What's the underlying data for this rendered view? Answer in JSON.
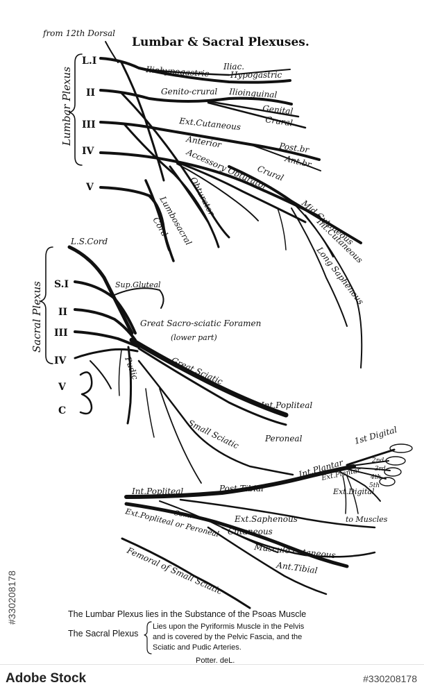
{
  "title": "Lumbar & Sacral Plexuses.",
  "origin_label": "from 12th Dorsal",
  "lumbar_plexus_label": "Lumbar Plexus",
  "sacral_plexus_label": "Sacral Plexus",
  "lumbar_roots": [
    "L.I",
    "II",
    "III",
    "IV",
    "V"
  ],
  "sacral_roots": [
    "S.I",
    "II",
    "III",
    "IV",
    "V",
    "C"
  ],
  "labels": {
    "iliohypogastric": "Iliohypogastric",
    "iliac": "Iliac.",
    "hypogastric": "Hypogastric",
    "genitocrural": "Genito-crural",
    "ilioinguinal": "Ilioinguinal",
    "genital": "Genital",
    "crural_a": "Crural",
    "ext_cutaneous": "Ext.Cutaneous",
    "post_br": "Post.br",
    "anterior": "Anterior",
    "ant_br": "Ant.br",
    "accessory_obturator": "Accessory Obturator",
    "crural_b": "Crural",
    "obturator": "Obturator",
    "lumbosacral": "Lumbosacral",
    "cord": "Cord",
    "mid_cutaneous": "Mid.Cutaneous",
    "int_cutaneous": "Int.Cutaneous",
    "long_saphenous": "Long Saphenous",
    "ls_cord": "L.S.Cord",
    "sup_gluteal": "Sup.Gluteal",
    "great_sacro_sciatic": "Great Sacro-sciatic Foramen",
    "lower_part": "(lower part)",
    "pudic": "Pudic",
    "great_sciatic": "Great Sciatic",
    "int_popliteal_a": "Int.Popliteal",
    "peroneal": "Peroneal",
    "small_sciatic": "Small Sciatic",
    "int_plantar": "Int.Plantar",
    "first_digital": "1st Digital",
    "d2": "2nd",
    "d3": "3rd",
    "d4": "4th",
    "d5": "5th",
    "ext_plantar": "Ext.Plantar",
    "ext_digital": "Ext.Digital",
    "to_muscles": "to Muscles",
    "int_popliteal_b": "Int.Popliteal",
    "post_tibial": "Post.Tibial",
    "com": "Com.",
    "ext_saphenous": "Ext.Saphenous",
    "cutaneous": "Cutaneous",
    "ext_popliteal_or_peroneal": "Ext.Popliteal or Peroneal",
    "musculo_cutaneous": "Musculo cutaneous",
    "ant_tibial": "Ant.Tibial",
    "femoral_of_small_sciatic": "Femoral of Small Sciatic"
  },
  "caption": {
    "line1": "The Lumbar Plexus lies in the Substance of the Psoas Muscle",
    "line2_head": "The Sacral Plexus",
    "line2_a": "Lies upon the Pyriformis Muscle in the Pelvis",
    "line2_b": "and is covered by the Pelvic Fascia, and the",
    "line2_c": "Sciatic and Pudic Arteries.",
    "credit": "Potter. deL."
  },
  "watermark": {
    "logo": "Adobe Stock",
    "id": "#330208178"
  }
}
